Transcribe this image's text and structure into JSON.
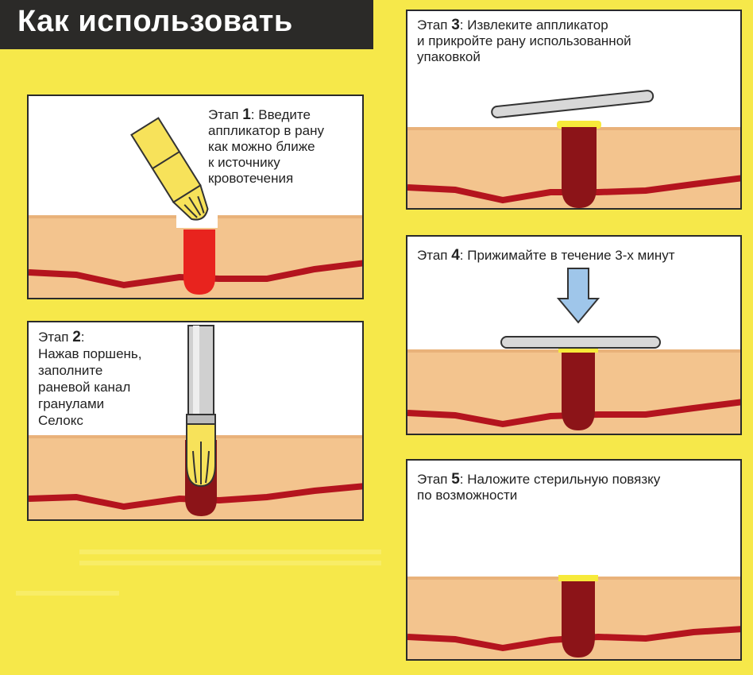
{
  "title": "Как использовать",
  "steps": [
    {
      "prefix": "Этап ",
      "num": "1",
      "sep": ":",
      "lines": [
        " Введите",
        "аппликатор в рану",
        "как можно ближе",
        "к источнику",
        "кровотечения"
      ]
    },
    {
      "prefix": "Этап ",
      "num": "2",
      "sep": ":",
      "lines": [
        "",
        "Нажав поршень,",
        "заполните",
        "раневой канал",
        "гранулами",
        "Селокс"
      ]
    },
    {
      "prefix": "Этап ",
      "num": "3",
      "sep": ":",
      "lines": [
        " Извлеките аппликатор",
        "и прикройте рану использованной",
        "упаковкой"
      ]
    },
    {
      "prefix": "Этап ",
      "num": "4",
      "sep": ":",
      "lines": [
        " Прижимайте в течение 3-х минут"
      ]
    },
    {
      "prefix": "Этап ",
      "num": "5",
      "sep": ":",
      "lines": [
        " Наложите стерильную повязку",
        "по возможности"
      ]
    }
  ],
  "colors": {
    "background": "#f6e84a",
    "skin": "#f3c48e",
    "blood_vessel": "#b4141e",
    "fresh_blood": "#e8231e",
    "clot": "#8c1418",
    "granules": "#f7ea3a",
    "arrow": "#9fc6ea"
  }
}
